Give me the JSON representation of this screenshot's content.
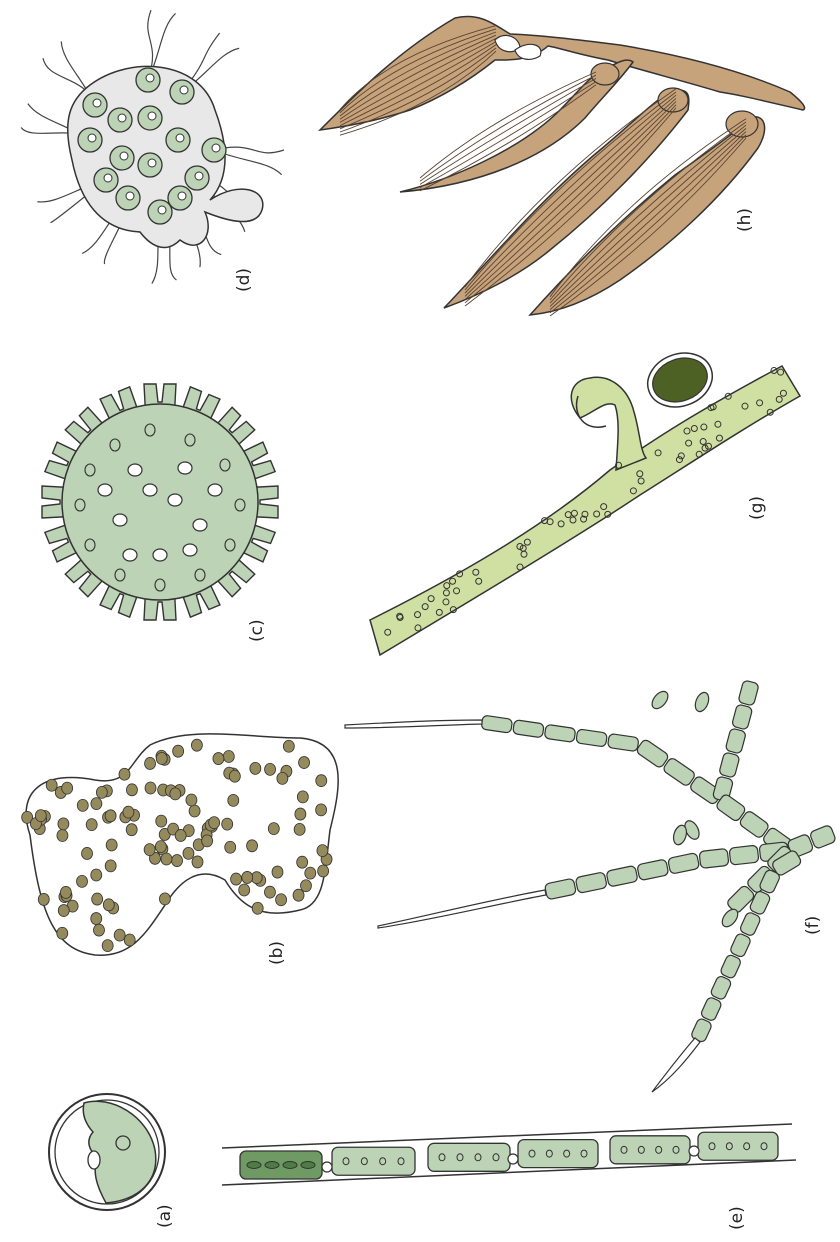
{
  "panels": [
    {
      "id": "a",
      "label": "(a)"
    },
    {
      "id": "b",
      "label": "(b)"
    },
    {
      "id": "c",
      "label": "(c)"
    },
    {
      "id": "d",
      "label": "(d)"
    },
    {
      "id": "e",
      "label": "(e)"
    },
    {
      "id": "f",
      "label": "(f)"
    },
    {
      "id": "g",
      "label": "(g)"
    },
    {
      "id": "h",
      "label": "(h)"
    }
  ],
  "colors": {
    "cell_green": "#bcd3b5",
    "cell_dark_green": "#6f9a64",
    "filament_green": "#cfe0a2",
    "oogonium": "#4e6125",
    "granule": "#948a5b",
    "kelp": "#c7a37c",
    "outline": "#333333"
  }
}
